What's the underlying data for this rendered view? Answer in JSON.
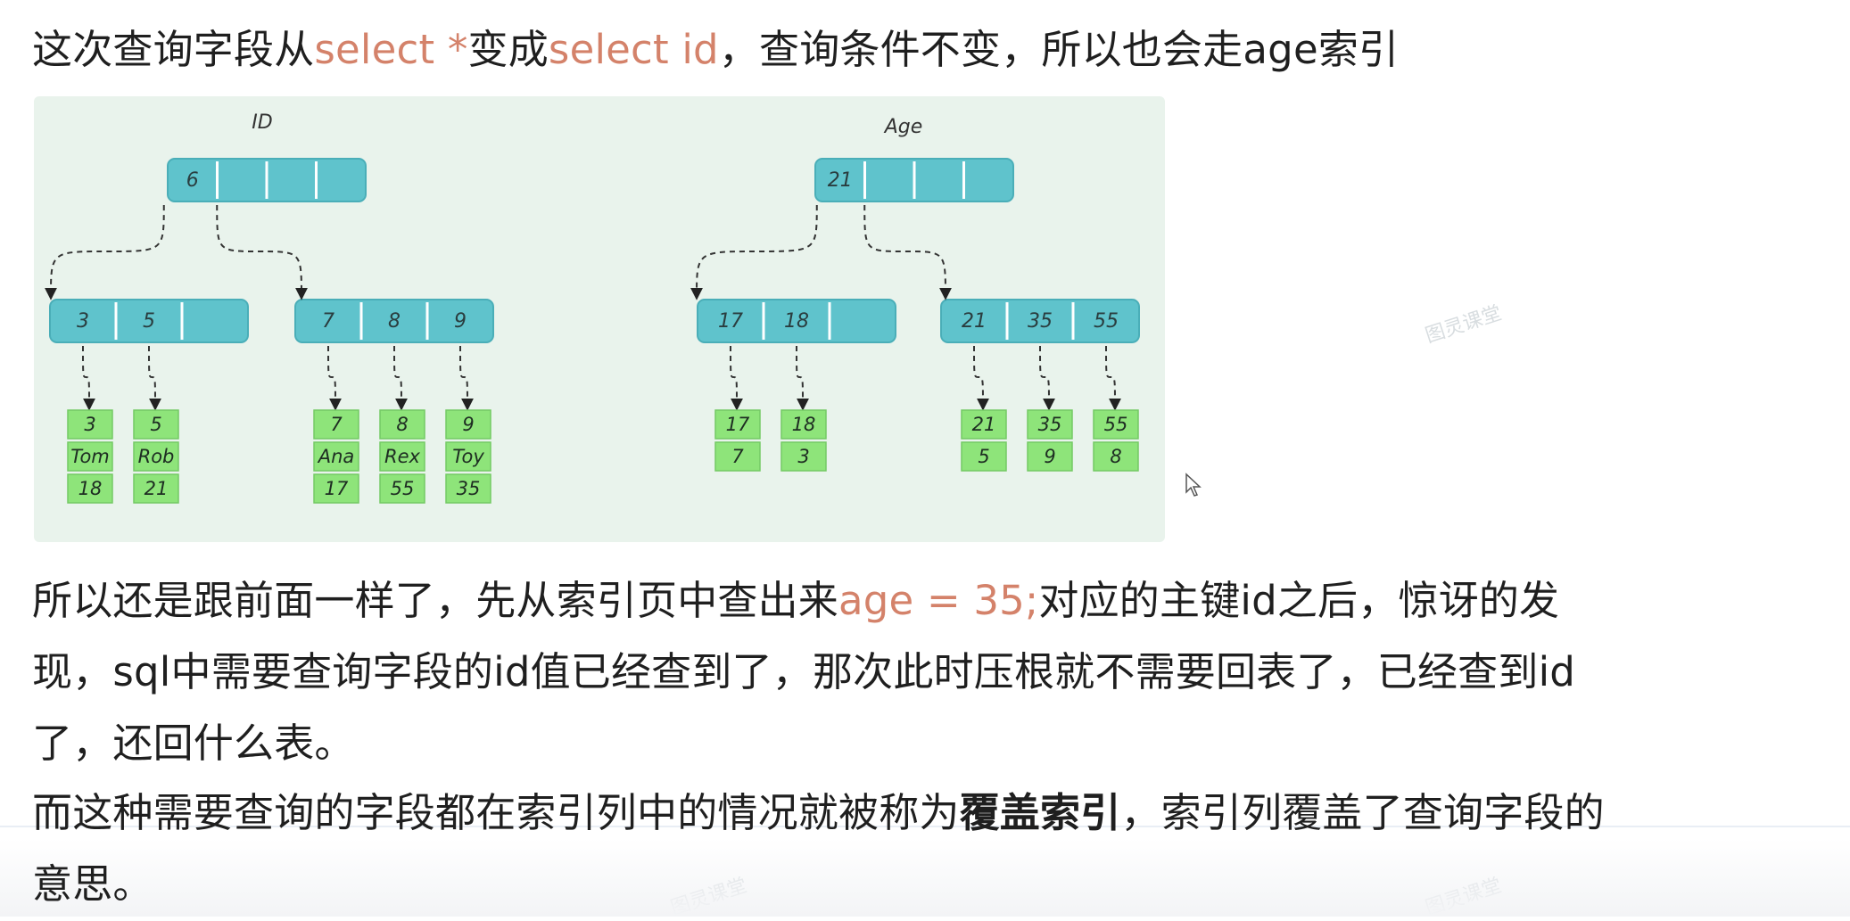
{
  "para1": {
    "t1": "这次查询字段从",
    "h1": "select *",
    "t2": "变成",
    "h2": "select id",
    "t3": "，查询条件不变，所以也会走age索引"
  },
  "figure": {
    "id_tree": {
      "title": "ID",
      "root": [
        "6",
        "",
        "",
        ""
      ],
      "level1": [
        [
          "3",
          "5",
          ""
        ],
        [
          "7",
          "8",
          "9"
        ]
      ],
      "leaves": [
        [
          "3",
          "Tom",
          "18"
        ],
        [
          "5",
          "Rob",
          "21"
        ],
        [
          "7",
          "Ana",
          "17"
        ],
        [
          "8",
          "Rex",
          "55"
        ],
        [
          "9",
          "Toy",
          "35"
        ]
      ]
    },
    "age_tree": {
      "title": "Age",
      "root": [
        "21",
        "",
        "",
        ""
      ],
      "level1": [
        [
          "17",
          "18",
          ""
        ],
        [
          "21",
          "35",
          "55"
        ]
      ],
      "leaves": [
        [
          "17",
          "7"
        ],
        [
          "18",
          "3"
        ],
        [
          "21",
          "5"
        ],
        [
          "35",
          "9"
        ],
        [
          "55",
          "8"
        ]
      ]
    }
  },
  "para2": {
    "line1a": "所以还是跟前面一样了，先从索引页中查出来",
    "line1h": "age = 35;",
    "line1b": "对应的主键id之后，惊讶的发",
    "line2": "现，sql中需要查询字段的id值已经查到了，那次此时压根就不需要回表了，已经查到id",
    "line3": "了，还回什么表。"
  },
  "para3": {
    "line1a": "而这种需要查询的字段都在索引列中的情况就被称为",
    "line1bold": "覆盖索引",
    "line1b": "，索引列覆盖了查询字段的",
    "line2": "意思。"
  },
  "watermark": "图灵课堂",
  "colors": {
    "highlight": "#d4826a",
    "node": "#5fc3cc",
    "leaf": "#8ee47a",
    "figure_bg": "#e9f3ec"
  }
}
